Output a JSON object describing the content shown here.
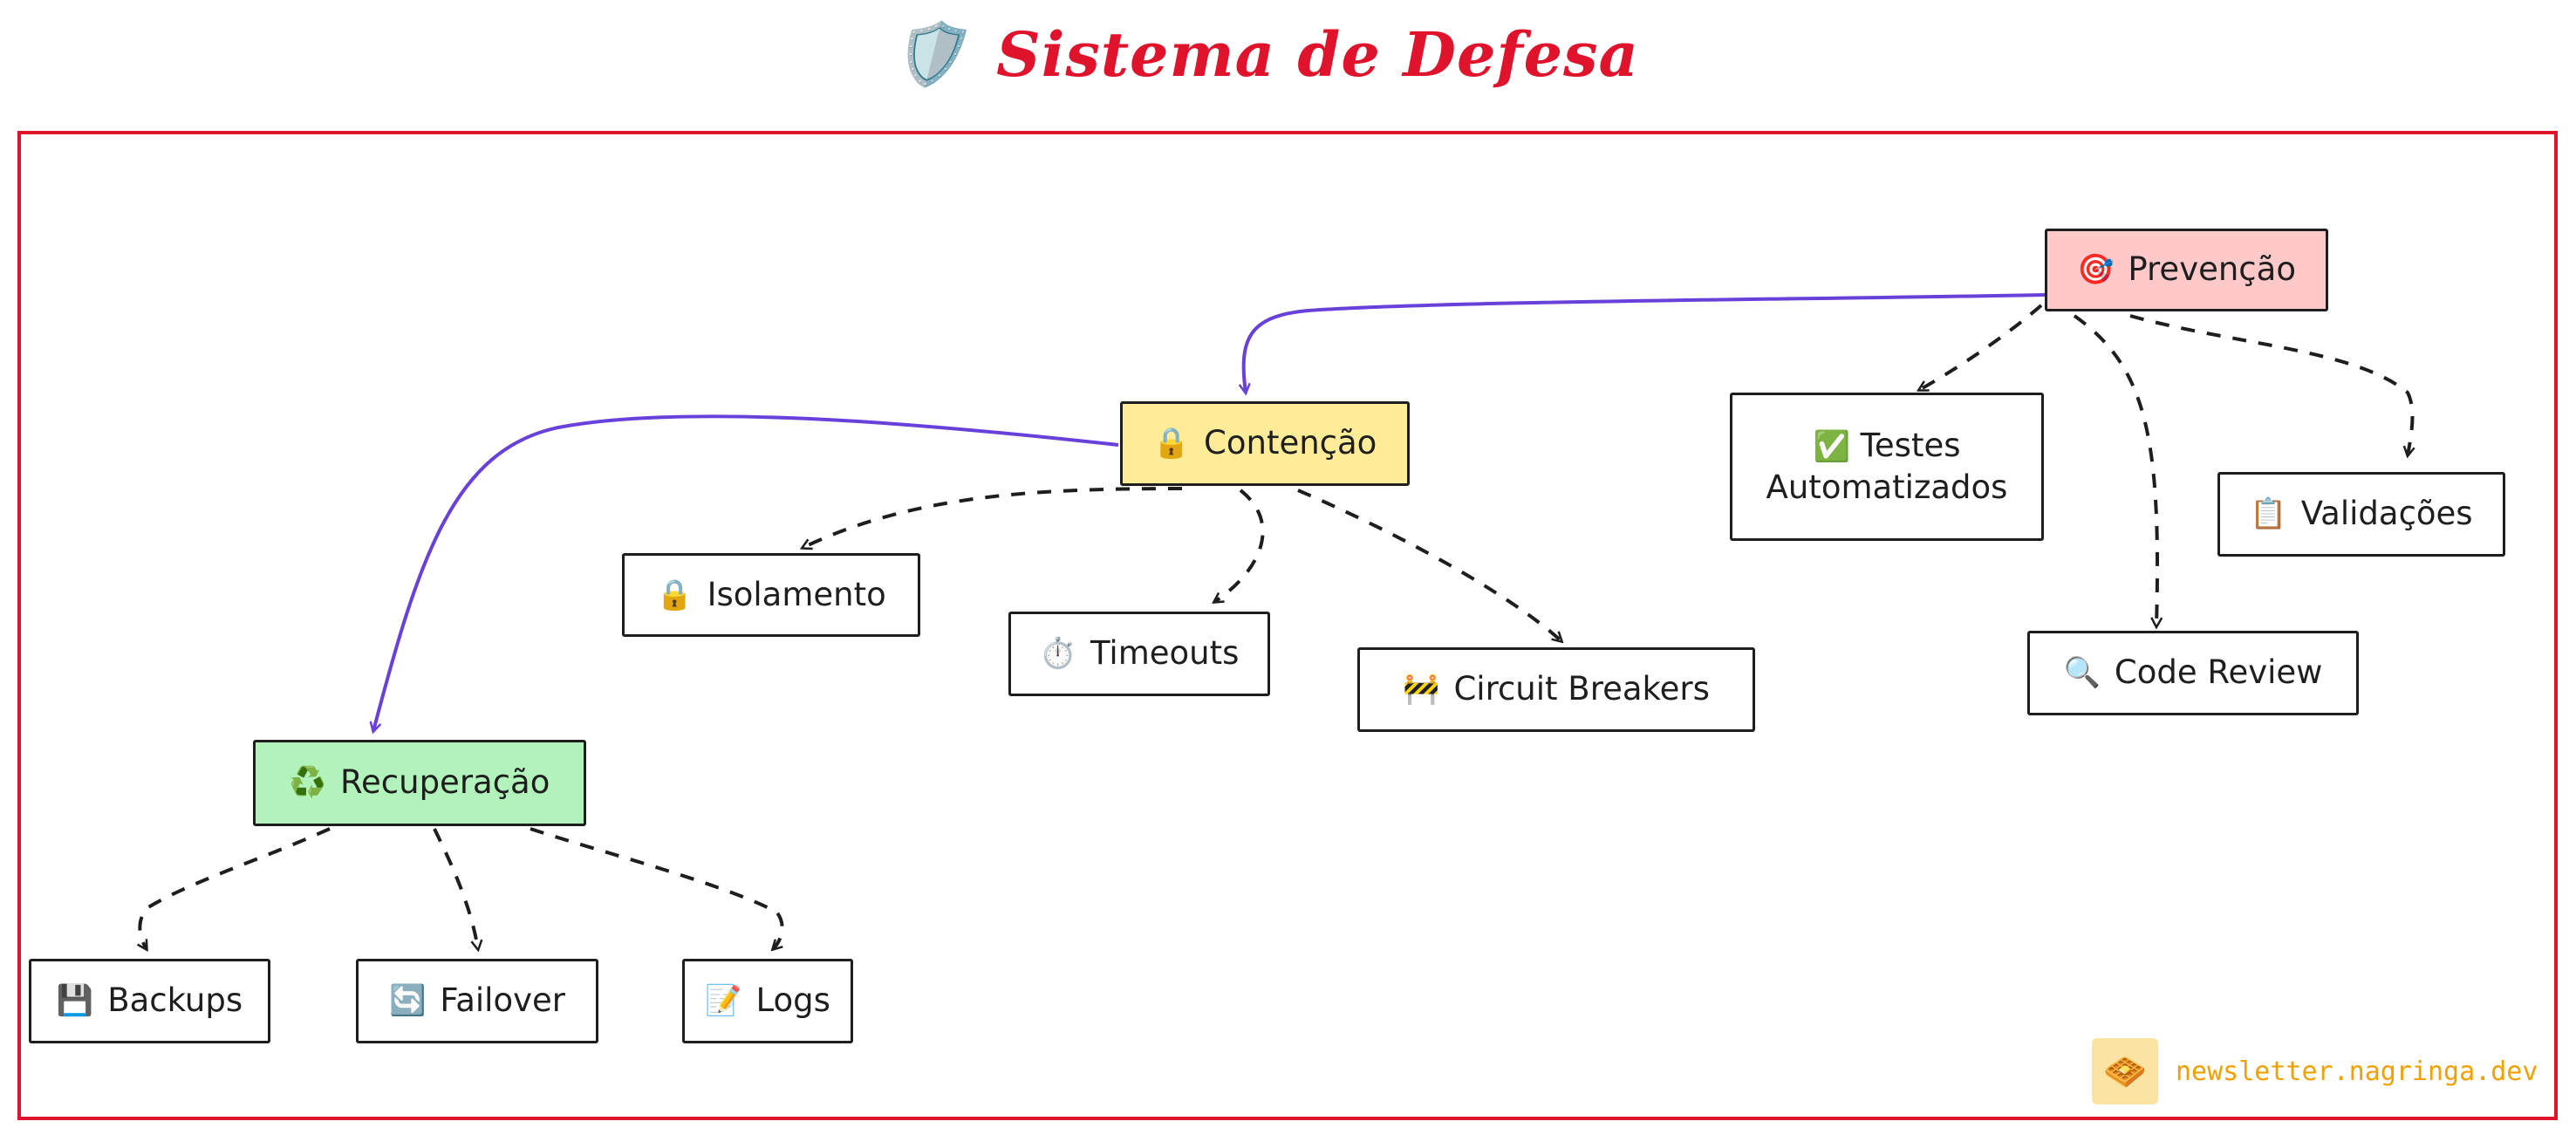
{
  "title": {
    "icon": "🛡️",
    "text": "Sistema de Defesa"
  },
  "colors": {
    "frame": "#e0132c",
    "solid_edge": "#6741d9",
    "dashed_edge": "#1e1e1e",
    "brand": "#f0a000"
  },
  "nodes": {
    "prevencao": {
      "icon": "🎯",
      "label": "Prevenção"
    },
    "contencao": {
      "icon": "🔒",
      "label": "Contenção"
    },
    "recuperacao": {
      "icon": "♻️",
      "label": "Recuperação"
    },
    "testes": {
      "icon": "✅",
      "label": "Testes Automatizados"
    },
    "validacoes": {
      "icon": "📋",
      "label": "Validações"
    },
    "code_review": {
      "icon": "🔍",
      "label": "Code Review"
    },
    "isolamento": {
      "icon": "🔒",
      "label": "Isolamento"
    },
    "timeouts": {
      "icon": "⏱️",
      "label": "Timeouts"
    },
    "circuit_breakers": {
      "icon": "🚧",
      "label": "Circuit Breakers"
    },
    "backups": {
      "icon": "💾",
      "label": "Backups"
    },
    "failover": {
      "icon": "🔄",
      "label": "Failover"
    },
    "logs": {
      "icon": "📝",
      "label": "Logs"
    }
  },
  "brand": {
    "icon": "🧇",
    "text": "newsletter.nagringa.dev"
  }
}
